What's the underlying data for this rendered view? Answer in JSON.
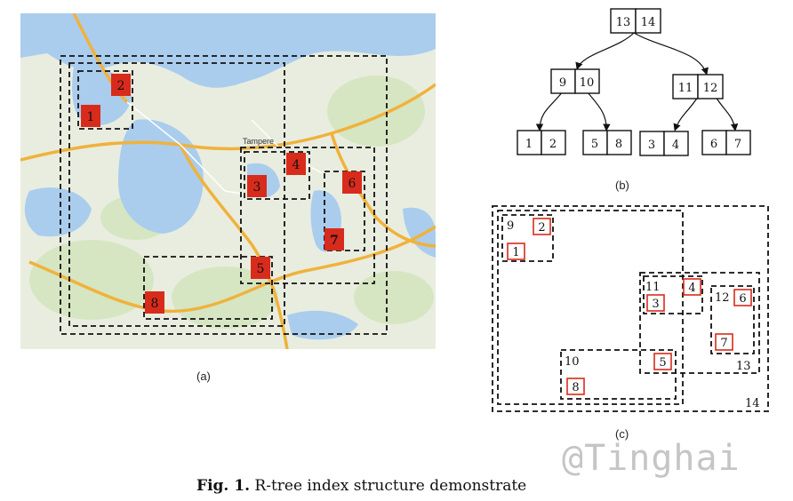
{
  "panel_a": {
    "label": "(a)",
    "city_label": "Tampere",
    "region_numbers": [
      "1",
      "2",
      "3",
      "4",
      "5",
      "6",
      "7",
      "8"
    ]
  },
  "panel_b": {
    "label": "(b)",
    "root": [
      "13",
      "14"
    ],
    "level1": [
      [
        "9",
        "10"
      ],
      [
        "11",
        "12"
      ]
    ],
    "leaves": [
      [
        "1",
        "2"
      ],
      [
        "5",
        "8"
      ],
      [
        "3",
        "4"
      ],
      [
        "6",
        "7"
      ]
    ]
  },
  "panel_c": {
    "label": "(c)",
    "node_labels": [
      "9",
      "10",
      "11",
      "12",
      "13",
      "14"
    ],
    "object_labels": [
      "1",
      "2",
      "3",
      "4",
      "5",
      "6",
      "7",
      "8"
    ]
  },
  "caption": {
    "fig": "Fig. 1.",
    "text": "R-tree index structure demonstrate"
  },
  "watermark": "@Tinghai",
  "colors": {
    "marker_red": "#d92b1c",
    "water": "#a9cff0",
    "land": "#eaeee0",
    "road": "#f2b23a",
    "dash": "#111111"
  }
}
